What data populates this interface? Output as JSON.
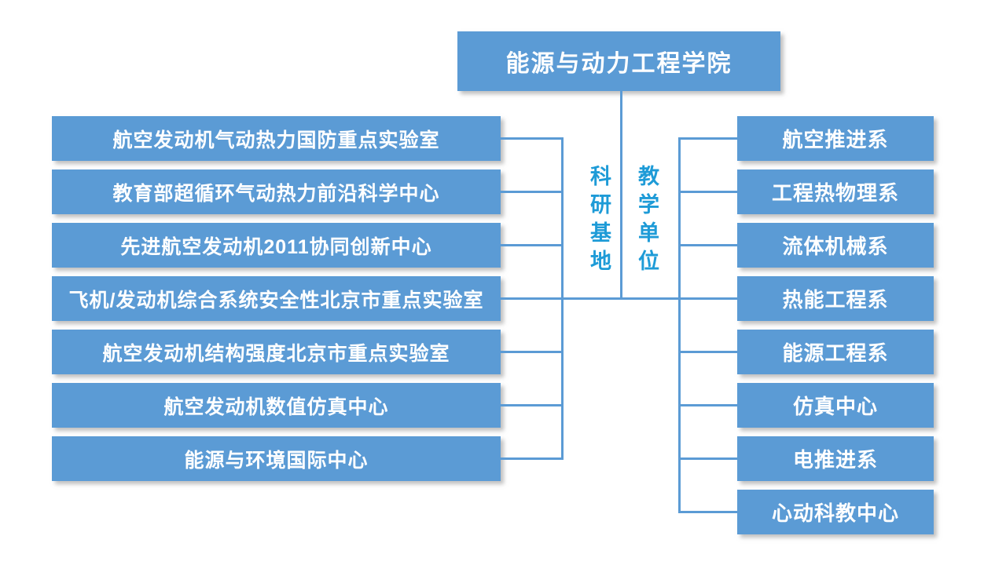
{
  "root": {
    "label": "能源与动力工程学院"
  },
  "groups": {
    "left": {
      "category_label": "科研基地",
      "items": [
        "航空发动机气动热力国防重点实验室",
        "教育部超循环气动热力前沿科学中心",
        "先进航空发动机2011协同创新中心",
        "飞机/发动机综合系统安全性北京市重点实验室",
        "航空发动机结构强度北京市重点实验室",
        "航空发动机数值仿真中心",
        "能源与环境国际中心"
      ]
    },
    "right": {
      "category_label": "教学单位",
      "items": [
        "航空推进系",
        "工程热物理系",
        "流体机械系",
        "热能工程系",
        "能源工程系",
        "仿真中心",
        "电推进系",
        "心动科教中心"
      ]
    }
  },
  "colors": {
    "box_fill": "#5B9BD5",
    "box_text": "#FFFFFF",
    "connector": "#5B9BD5",
    "category_text": "#1E9BD7"
  }
}
